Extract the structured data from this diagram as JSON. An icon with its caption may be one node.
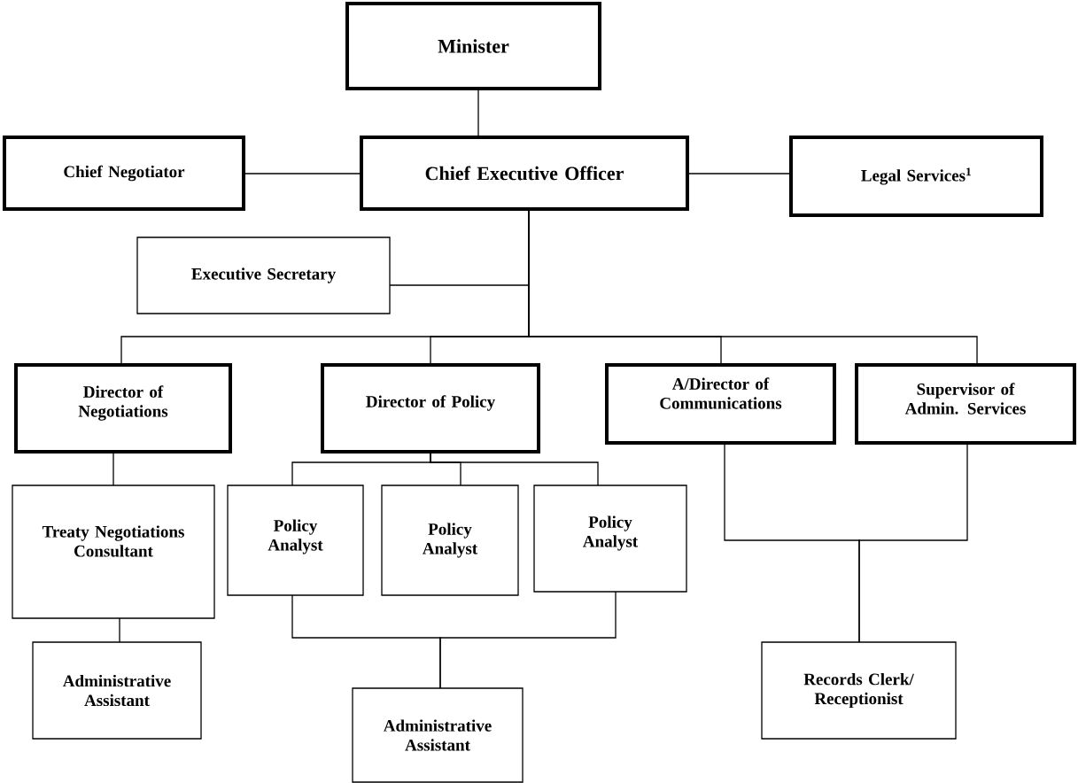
{
  "diagram": {
    "nodes": [
      {
        "text": [
          "Minister"
        ]
      },
      {
        "text": [
          "Chief Negotiator"
        ]
      },
      {
        "text": [
          "Chief Executive Officer"
        ]
      },
      {
        "text": [
          "Legal Services$^{1}$"
        ]
      },
      {
        "text": [
          "Executive Secretary"
        ]
      },
      {
        "text": [
          "Director of Negotiations"
        ]
      },
      {
        "text": [
          "Director of Policy"
        ]
      },
      {
        "text": [
          "A/Director of Communications"
        ]
      },
      {
        "text": [
          "Supervisor of Admin. Services"
        ]
      },
      {
        "text": [
          "Treaty Negotiations Consultant"
        ]
      },
      {
        "text": [
          "Policy Analyst"
        ]
      },
      {
        "text": [
          "Policy Analyst"
        ]
      },
      {
        "text": [
          "Policy Analyst"
        ]
      },
      {
        "text": [
          "Administrative Assistant"
        ]
      },
      {
        "text": [
          "Administrative Assistant"
        ]
      },
      {
        "text": [
          "Records Clerk/ Receptionist"
        ]
      }
    ],
    "edges": [
      {
        "from": 0,
        "to": 2,
        "arrow": "none"
      },
      {
        "from": 2,
        "to": 1,
        "arrow": "none"
      },
      {
        "from": 2,
        "to": 3,
        "arrow": "none"
      },
      {
        "from": 2,
        "to": 4,
        "arrow": "none"
      },
      {
        "from": 2,
        "to": 5,
        "arrow": "none"
      },
      {
        "from": 2,
        "to": 6,
        "arrow": "none"
      },
      {
        "from": 2,
        "to": 7,
        "arrow": "none"
      },
      {
        "from": 2,
        "to": 8,
        "arrow": "none"
      },
      {
        "from": 5,
        "to": 9,
        "arrow": "none"
      },
      {
        "from": 6,
        "to": 10,
        "arrow": "none"
      },
      {
        "from": 6,
        "to": 11,
        "arrow": "none"
      },
      {
        "from": 6,
        "to": 12,
        "arrow": "none"
      },
      {
        "from": 9,
        "to": 13,
        "arrow": "none"
      },
      {
        "from": 10,
        "to": 14,
        "arrow": "none"
      },
      {
        "from": 12,
        "to": 14,
        "arrow": "none"
      },
      {
        "from": 7,
        "to": 15,
        "arrow": "none"
      },
      {
        "from": 8,
        "to": 15,
        "arrow": "none"
      }
    ]
  }
}
